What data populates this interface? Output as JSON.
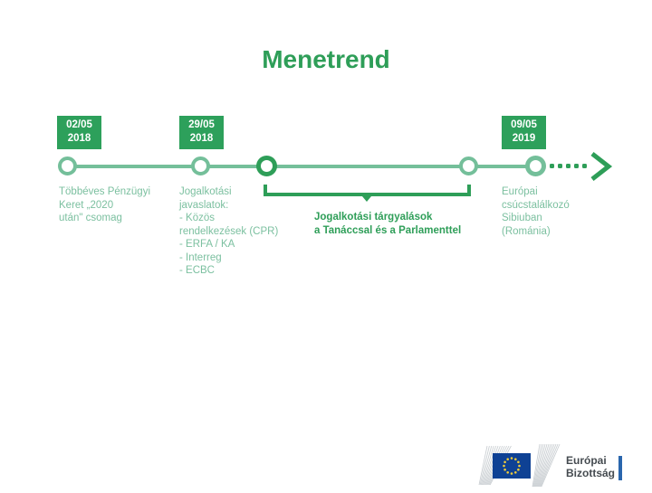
{
  "title": "Menetrend",
  "colors": {
    "primary_green": "#2e9e58",
    "timeline_light_green": "#74bf9a",
    "label_green": "#7cc0a0",
    "date_box_green": "#2da05b",
    "eu_flag_blue": "#0e4194",
    "star_yellow": "#f0cc3a",
    "logo_bar_blue": "#2a66ad",
    "logo_text_gray": "#454b50"
  },
  "timeline": {
    "dates": {
      "d1": "02/05\n2018",
      "d2": "29/05\n2018",
      "d3": "09/05\n2019"
    },
    "labels": {
      "milestone1": "Többéves Pénzügyi\nKeret „2020\nután\" csomag",
      "milestone2": "Jogalkotási\njavaslatok:\n- Közös\n  rendelkezések (CPR)\n- ERFA / KA\n- Interreg\n- ECBC",
      "span": "Jogalkotási tárgyalások\na Tanáccsal és a Parlamenttel",
      "milestone5": "Európai\ncsúcstalálkozó\nSibiuban\n(Románia)"
    }
  },
  "logo": {
    "text": "Európai\nBizottság"
  }
}
